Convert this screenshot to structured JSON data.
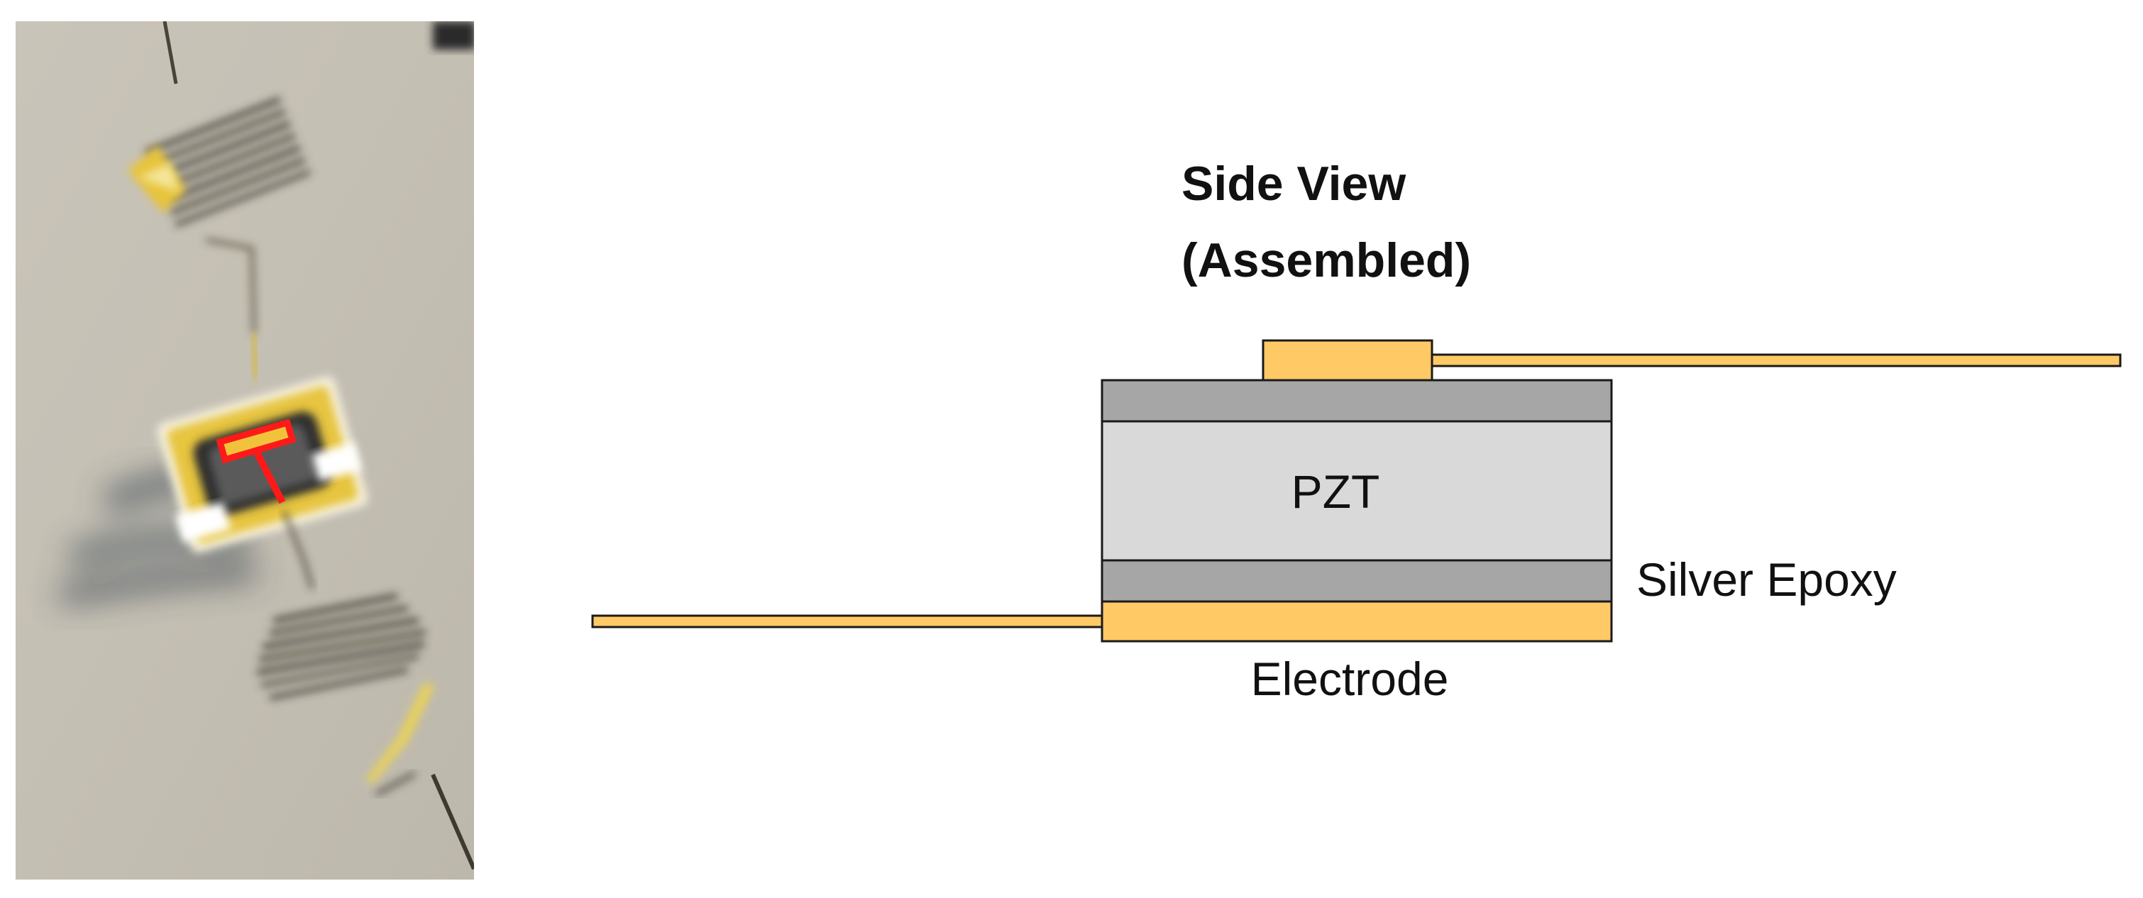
{
  "diagram": {
    "title_line1": "Side View",
    "title_line2": "(Assembled)",
    "labels": {
      "pzt": "PZT",
      "silver_epoxy": "Silver Epoxy",
      "electrode": "Electrode"
    },
    "colors": {
      "electrode": "#FFC966",
      "silver_epoxy": "#A6A6A6",
      "pzt": "#D9D9D9",
      "outline": "#1A1A1A",
      "photo_background": "#C7C2B6",
      "marker": "#FF1A1A"
    }
  }
}
